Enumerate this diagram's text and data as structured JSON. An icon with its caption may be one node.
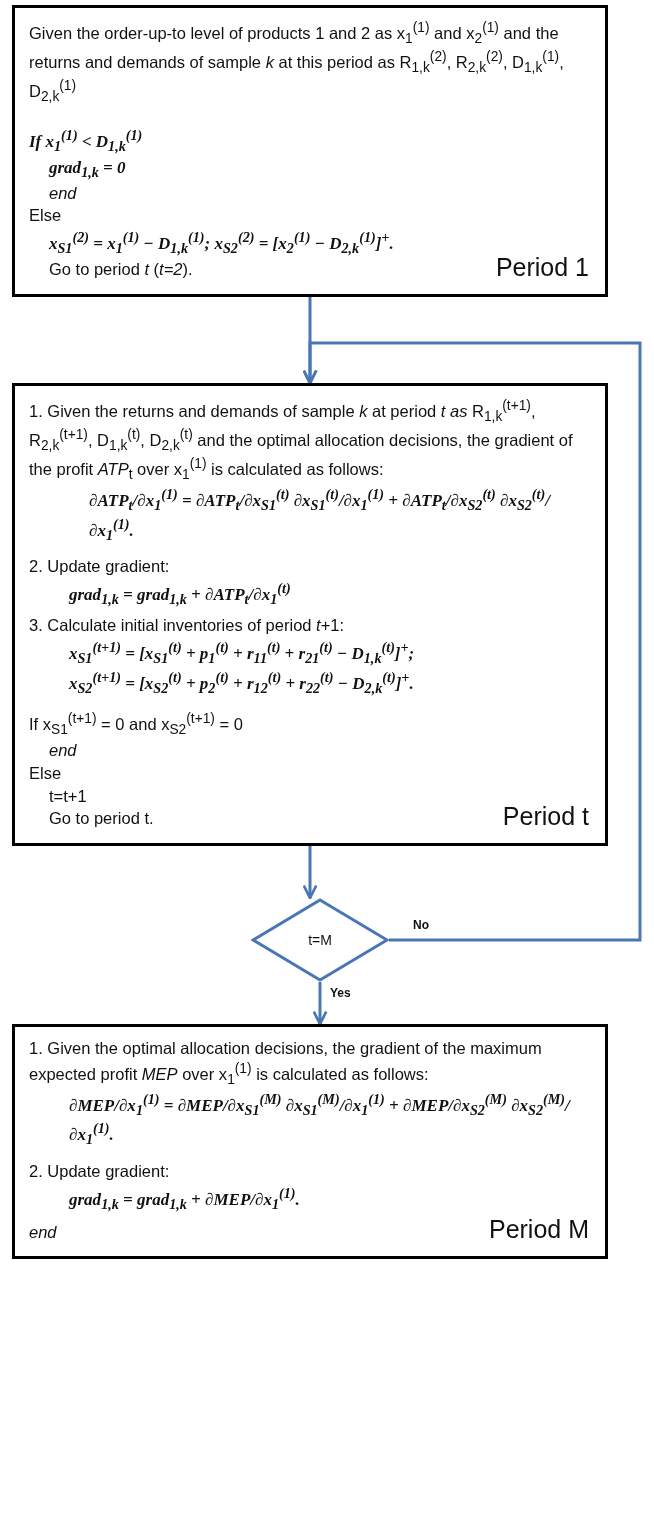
{
  "diagram": {
    "nodes": [
      {
        "text": [
          "Given the order-up-to level of products 1 and 2 as x$_{1}$$^{(1)}$ and x$_{2}$$^{(1)}$ and the returns and demands of sample *k* at this period as R$_{1,k}$$^{(2)}$, R$_{2,k}$$^{(2)}$, D$_{1,k}$$^{(1)}$, D$_{2,k}$$^{(1)}$",
          "If x$_{1}$$^{(1)}$ < D$_{1,k}$$^{(1)}$",
          "grad$_{1,k}$ = 0",
          "end",
          "Else",
          "x$_{S1}$$^{(2)}$ = x$_{1}$$^{(1)}$ − D$_{1,k}$$^{(1)}$;  x$_{S2}$$^{(2)}$ = [x$_{2}$$^{(1)}$ − D$_{2,k}$$^{(1)}$]$^{+}$.",
          "Go to period *t* (*t=2*).",
          "Period 1"
        ]
      },
      {
        "text": [
          "1. Given the returns and demands of sample *k* at period *t as* R$_{1,k}$$^{(t+1)}$, R$_{2,k}$$^{(t+1)}$, D$_{1,k}$$^{(t)}$, D$_{2,k}$$^{(t)}$ and the optimal allocation decisions, the gradient of the profit *ATP*$_{t}$ over x$_{1}$$^{(1)}$ is calculated as follows:",
          "∂ATP$_{t}$/∂x$_{1}$$^{(1)}$ = ∂ATP$_{t}$/∂x$_{S1}$$^{(t)}$ ∂x$_{S1}$$^{(t)}$/∂x$_{1}$$^{(1)}$ + ∂ATP$_{t}$/∂x$_{S2}$$^{(t)}$ ∂x$_{S2}$$^{(t)}$/∂x$_{1}$$^{(1)}$.",
          "2. Update gradient:",
          "grad$_{1,k}$ = grad$_{1,k}$ + ∂ATP$_{t}$/∂x$_{1}$$^{(t)}$",
          "3. Calculate initial inventories of period *t*+1:",
          "x$_{S1}$$^{(t+1)}$ = [x$_{S1}$$^{(t)}$ + p$_{1}$$^{(t)}$ + r$_{11}$$^{(t)}$ + r$_{21}$$^{(t)}$ − D$_{1,k}$$^{(t)}$]$^{+}$;",
          "x$_{S2}$$^{(t+1)}$ = [x$_{S2}$$^{(t)}$ + p$_{2}$$^{(t)}$ + r$_{12}$$^{(t)}$ + r$_{22}$$^{(t)}$ − D$_{2,k}$$^{(t)}$]$^{+}$.",
          "If x$_{S1}$$^{(t+1)}$ = 0 and x$_{S2}$$^{(t+1)}$ = 0",
          "end",
          "Else",
          "t=t+1",
          "Go to period t.",
          "Period t"
        ]
      },
      {
        "text": [
          "t=M"
        ]
      },
      {
        "text": [
          "1. Given the optimal allocation decisions, the gradient of the maximum expected profit *MEP* over x$_{1}$$^{(1)}$ is calculated as follows:",
          "∂MEP/∂x$_{1}$$^{(1)}$ = ∂MEP/∂x$_{S1}$$^{(M)}$ ∂x$_{S1}$$^{(M)}$/∂x$_{1}$$^{(1)}$ + ∂MEP/∂x$_{S2}$$^{(M)}$ ∂x$_{S2}$$^{(M)}$/∂x$_{1}$$^{(1)}$.",
          "2. Update gradient:",
          "grad$_{1,k}$ = grad$_{1,k}$ + ∂MEP/∂x$_{1}$$^{(1)}$.",
          "end",
          "Period M"
        ]
      }
    ],
    "edges": [
      {
        "from": 0,
        "to": 1,
        "arrow": "to"
      },
      {
        "from": 1,
        "to": 2,
        "arrow": "to"
      },
      {
        "from": 2,
        "to": 1,
        "arrow": "to",
        "label": "No"
      },
      {
        "from": 2,
        "to": 3,
        "arrow": "to",
        "label": "Yes"
      }
    ]
  }
}
